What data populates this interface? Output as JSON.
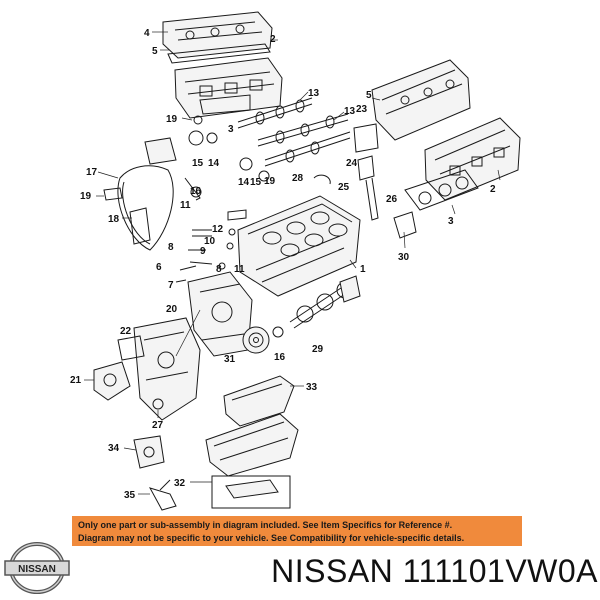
{
  "diagram": {
    "callouts": [
      {
        "id": "c4",
        "text": "4"
      },
      {
        "id": "c5a",
        "text": "5"
      },
      {
        "id": "c5b",
        "text": "5"
      },
      {
        "id": "c13a",
        "text": "13"
      },
      {
        "id": "c13b",
        "text": "13"
      },
      {
        "id": "c19a",
        "text": "19"
      },
      {
        "id": "c3a",
        "text": "3"
      },
      {
        "id": "c15a",
        "text": "15"
      },
      {
        "id": "c14a",
        "text": "14"
      },
      {
        "id": "c17",
        "text": "17"
      },
      {
        "id": "c19b",
        "text": "19"
      },
      {
        "id": "c18",
        "text": "18"
      },
      {
        "id": "c16a",
        "text": "16"
      },
      {
        "id": "c14b",
        "text": "14"
      },
      {
        "id": "c15b",
        "text": "15"
      },
      {
        "id": "c19c",
        "text": "19"
      },
      {
        "id": "c28",
        "text": "28"
      },
      {
        "id": "c23",
        "text": "23"
      },
      {
        "id": "c24",
        "text": "24"
      },
      {
        "id": "c25",
        "text": "25"
      },
      {
        "id": "c26",
        "text": "26"
      },
      {
        "id": "c2a",
        "text": "2"
      },
      {
        "id": "c2b",
        "text": "2"
      },
      {
        "id": "c3b",
        "text": "3"
      },
      {
        "id": "c30",
        "text": "30"
      },
      {
        "id": "c11a",
        "text": "11"
      },
      {
        "id": "c12",
        "text": "12"
      },
      {
        "id": "c10",
        "text": "10"
      },
      {
        "id": "c8a",
        "text": "8"
      },
      {
        "id": "c9",
        "text": "9"
      },
      {
        "id": "c6",
        "text": "6"
      },
      {
        "id": "c8b",
        "text": "8"
      },
      {
        "id": "c11b",
        "text": "11"
      },
      {
        "id": "c1",
        "text": "1"
      },
      {
        "id": "c7",
        "text": "7"
      },
      {
        "id": "c20",
        "text": "20"
      },
      {
        "id": "c22",
        "text": "22"
      },
      {
        "id": "c31",
        "text": "31"
      },
      {
        "id": "c16b",
        "text": "16"
      },
      {
        "id": "c29",
        "text": "29"
      },
      {
        "id": "c21",
        "text": "21"
      },
      {
        "id": "c33",
        "text": "33"
      },
      {
        "id": "c27",
        "text": "27"
      },
      {
        "id": "c34",
        "text": "34"
      },
      {
        "id": "c32",
        "text": "32"
      },
      {
        "id": "c35",
        "text": "35"
      }
    ]
  },
  "notice": {
    "line1": "Only one part or sub-assembly in diagram included. See Item Specifics for Reference #.",
    "line2": "Diagram may not be specific to your vehicle. See Compatibility for vehicle-specific details."
  },
  "brand": {
    "logo_text": "NISSAN",
    "part_line": "NISSAN 111101VW0A"
  }
}
